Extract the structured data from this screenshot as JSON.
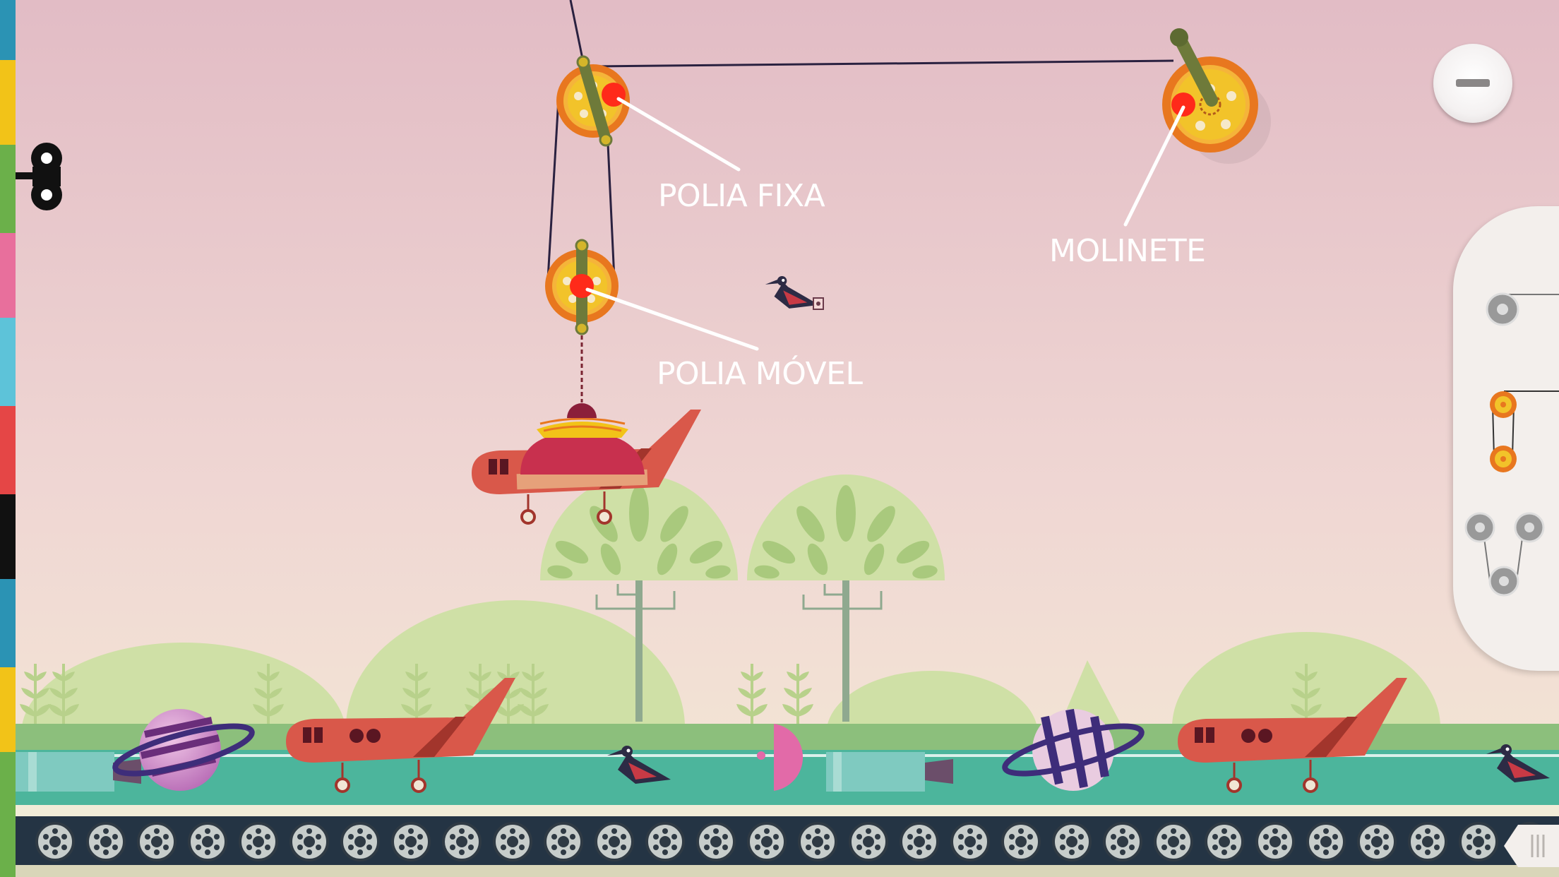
{
  "scene_labels": {
    "fixed_pulley": "POLIA FIXA",
    "movable_pulley": "POLIA MÓVEL",
    "winch": "MOLINETE"
  },
  "controls": {
    "zoom_out_icon": "minus-icon",
    "menu_icon": "wind-up-key-icon",
    "tray_handle_icon": "grip-icon"
  },
  "pulley_palette": {
    "items": [
      "single-pulley",
      "block-and-tackle",
      "three-pulley-system"
    ]
  },
  "colors": {
    "sky_top": "#e3bfc6",
    "sky_bottom": "#f4e6d3",
    "ground": "#a8c987",
    "track": "#4cb59c",
    "pulley_outer": "#e8771f",
    "pulley_inner": "#f2c32a",
    "axle": "#6e7a3a",
    "knob": "#ff2a1a",
    "airplane": "#d9584a",
    "tree": "#cfe0a6"
  }
}
